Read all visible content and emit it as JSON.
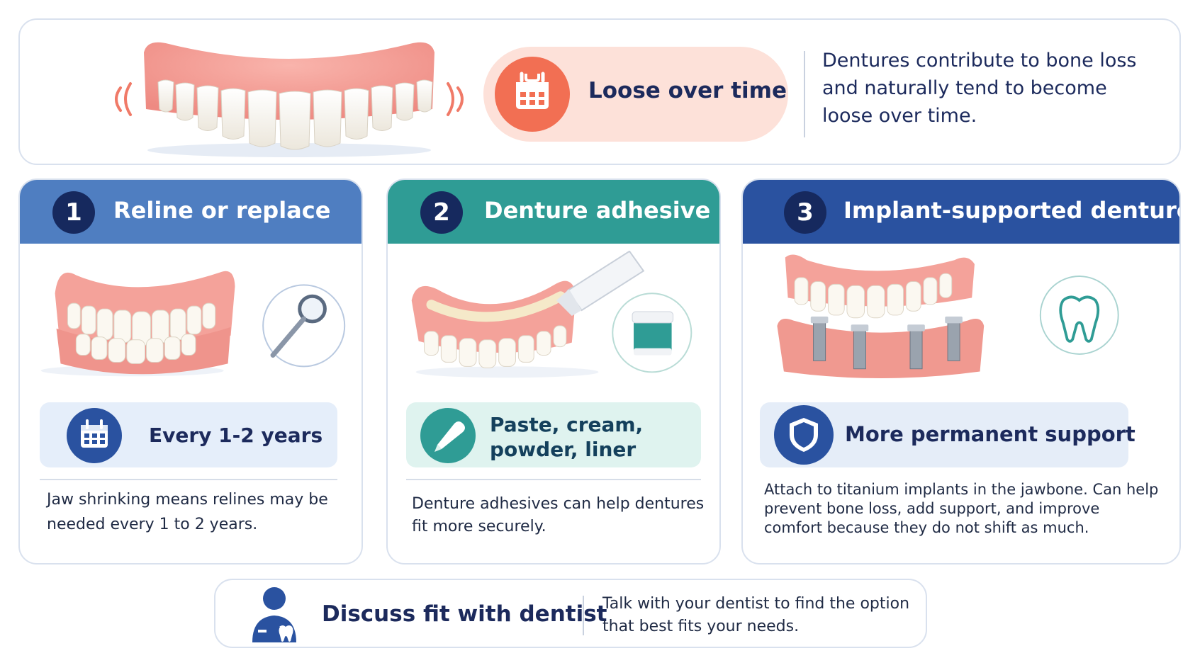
{
  "top": {
    "badge_label": "Loose over time",
    "description": "Dentures contribute to bone loss and naturally tend to become loose over time."
  },
  "cards": [
    {
      "number": "1",
      "title": "Reline or replace",
      "feature": "Every 1-2 years",
      "description": "Jaw shrinking means relines may be needed every 1 to 2 years.",
      "icon": "dental-mirror-icon",
      "feature_icon": "calendar-icon"
    },
    {
      "number": "2",
      "title": "Denture adhesive",
      "feature": "Paste, cream, powder, liner",
      "description": "Denture adhesives can help dentures fit more securely.",
      "icon": "adhesive-jar-icon",
      "feature_icon": "tube-icon"
    },
    {
      "number": "3",
      "title": "Implant-supported dentures",
      "feature": "More permanent support",
      "description": "Attach to titanium implants in the jawbone. Can help prevent bone loss, add support, and improve comfort because they do not shift as much.",
      "icon": "tooth-icon",
      "feature_icon": "shield-icon"
    }
  ],
  "bottom": {
    "title": "Discuss fit with dentist",
    "description": "Talk with your dentist to find the option that best fits your needs."
  },
  "colors": {
    "navy": "#1c2a5c",
    "card1_header": "#4f7ec1",
    "card2_header": "#2f9c95",
    "card3_header": "#2a52a0",
    "accent_coral": "#f26f53"
  }
}
